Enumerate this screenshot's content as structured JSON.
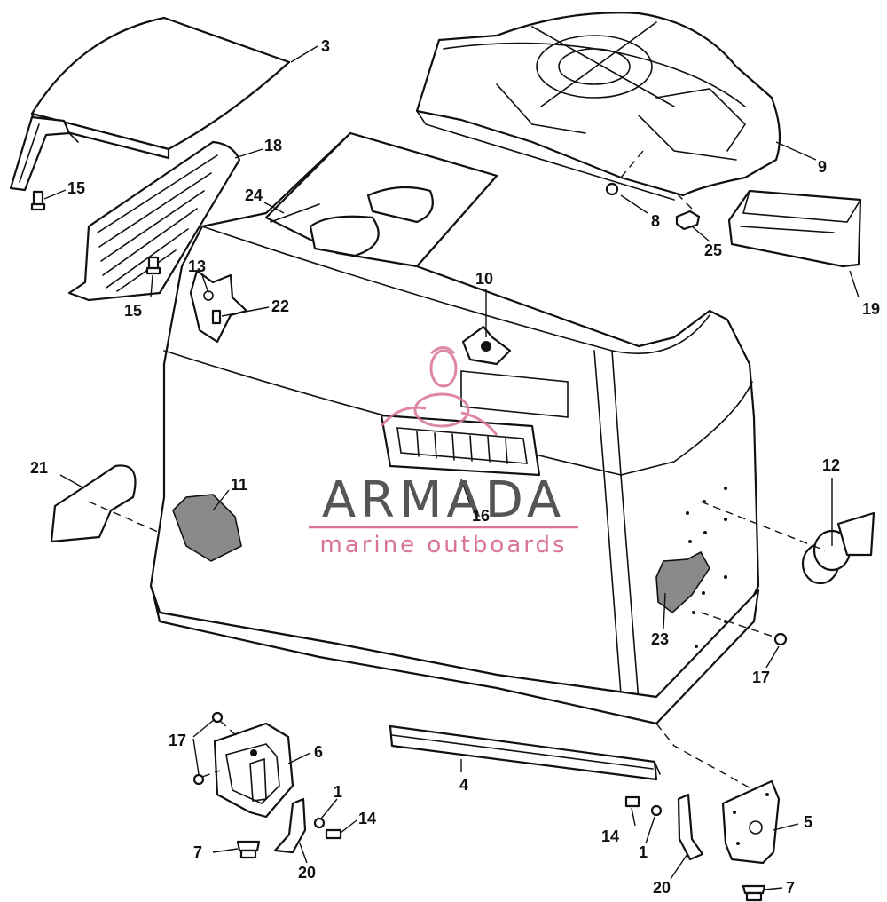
{
  "watermark": {
    "brand": "ARMADA",
    "tagline": "marine outboards",
    "brand_color": "#555555",
    "accent_color": "#d9739a"
  },
  "callouts": {
    "c1": "3",
    "c2": "9",
    "c3": "18",
    "c4": "15",
    "c5": "24",
    "c6": "8",
    "c7": "25",
    "c8": "13",
    "c9": "22",
    "c10": "15",
    "c11": "10",
    "c12": "19",
    "c13": "21",
    "c14": "11",
    "c15": "16",
    "c16": "12",
    "c17": "23",
    "c18": "17",
    "c19": "17",
    "c20": "6",
    "c21": "4",
    "c22": "1",
    "c23": "14",
    "c24": "7",
    "c25": "20",
    "c26": "14",
    "c27": "1",
    "c28": "5",
    "c29": "20",
    "c30": "7"
  }
}
